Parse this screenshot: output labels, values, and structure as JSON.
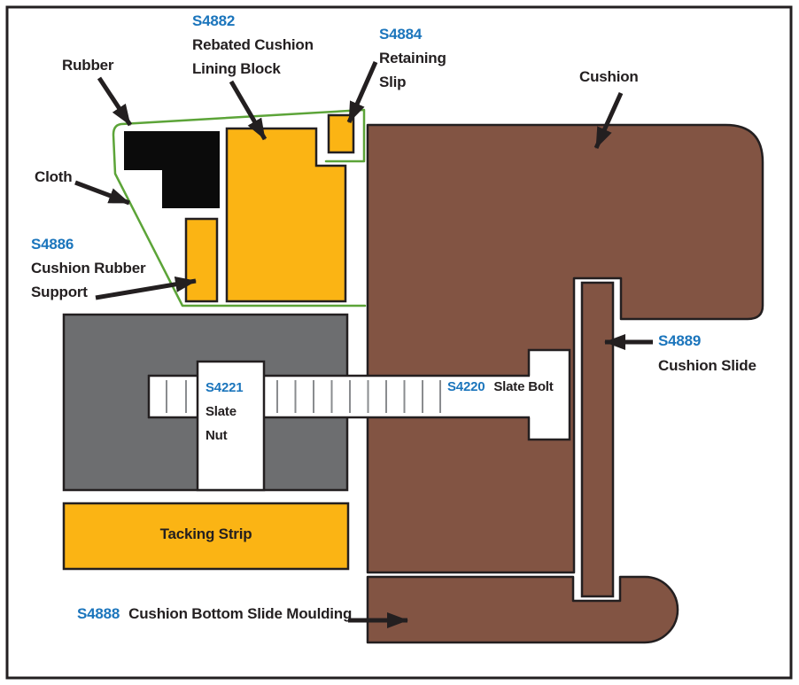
{
  "diagram": {
    "description": "Cushion assembly cross-section diagram",
    "parts": {
      "rubber": {
        "label": "Rubber"
      },
      "cloth": {
        "label": "Cloth"
      },
      "cushion": {
        "label": "Cushion"
      },
      "tacking_strip": {
        "label": "Tacking Strip"
      },
      "rebated_cushion_lining_block": {
        "part_no": "S4882",
        "name_line1": "Rebated Cushion",
        "name_line2": "Lining Block"
      },
      "retaining_slip": {
        "part_no": "S4884",
        "name_line1": "Retaining",
        "name_line2": "Slip"
      },
      "cushion_rubber_support": {
        "part_no": "S4886",
        "name_line1": "Cushion Rubber",
        "name_line2": "Support"
      },
      "cushion_slide": {
        "part_no": "S4889",
        "name": "Cushion Slide"
      },
      "cushion_bottom_slide_moulding": {
        "part_no": "S4888",
        "name": "Cushion Bottom Slide Moulding"
      },
      "slate_nut": {
        "part_no": "S4221",
        "name_line1": "Slate",
        "name_line2": "Nut"
      },
      "slate_bolt": {
        "part_no": "S4220",
        "name": "Slate Bolt"
      }
    },
    "colors": {
      "wood_yellow": "#FBB414",
      "cushion_brown": "#825443",
      "slate_gray": "#6D6E70",
      "cloth_green": "#5CA438",
      "rubber_black": "#0B0B0B",
      "part_number_blue": "#1B75BC",
      "outline_black": "#231F20",
      "thread_tick_gray": "#8A8C8F"
    }
  }
}
